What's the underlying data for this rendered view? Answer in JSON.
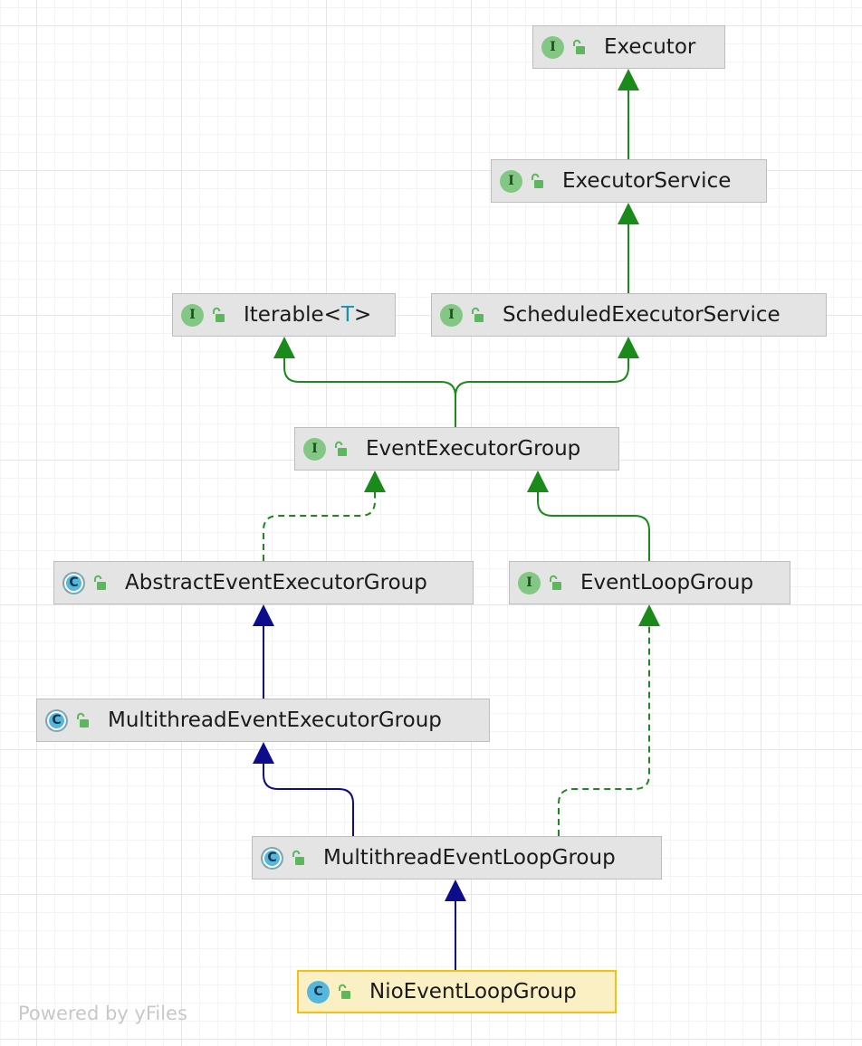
{
  "diagram": {
    "nodes": [
      {
        "id": "executor",
        "name": "Executor",
        "kind": "interface",
        "badge": "I"
      },
      {
        "id": "executor-service",
        "name": "ExecutorService",
        "kind": "interface",
        "badge": "I"
      },
      {
        "id": "iterable",
        "name": "Iterable<",
        "type_param": "T",
        "name_suffix": ">",
        "kind": "interface",
        "badge": "I"
      },
      {
        "id": "scheduled-executor-service",
        "name": "ScheduledExecutorService",
        "kind": "interface",
        "badge": "I"
      },
      {
        "id": "event-executor-group",
        "name": "EventExecutorGroup",
        "kind": "interface",
        "badge": "I"
      },
      {
        "id": "abstract-event-executor-group",
        "name": "AbstractEventExecutorGroup",
        "kind": "abstract-class",
        "badge": "C"
      },
      {
        "id": "event-loop-group",
        "name": "EventLoopGroup",
        "kind": "interface",
        "badge": "I"
      },
      {
        "id": "multithread-event-executor-group",
        "name": "MultithreadEventExecutorGroup",
        "kind": "abstract-class",
        "badge": "C"
      },
      {
        "id": "multithread-event-loop-group",
        "name": "MultithreadEventLoopGroup",
        "kind": "abstract-class",
        "badge": "C"
      },
      {
        "id": "nio-event-loop-group",
        "name": "NioEventLoopGroup",
        "kind": "class",
        "badge": "C",
        "selected": true
      }
    ],
    "edges": [
      {
        "from": "executor-service",
        "to": "executor",
        "type": "interface-extends"
      },
      {
        "from": "scheduled-executor-service",
        "to": "executor-service",
        "type": "interface-extends"
      },
      {
        "from": "event-executor-group",
        "to": "iterable",
        "type": "interface-extends"
      },
      {
        "from": "event-executor-group",
        "to": "scheduled-executor-service",
        "type": "interface-extends"
      },
      {
        "from": "abstract-event-executor-group",
        "to": "event-executor-group",
        "type": "implements"
      },
      {
        "from": "event-loop-group",
        "to": "event-executor-group",
        "type": "interface-extends"
      },
      {
        "from": "multithread-event-executor-group",
        "to": "abstract-event-executor-group",
        "type": "class-extends"
      },
      {
        "from": "multithread-event-loop-group",
        "to": "multithread-event-executor-group",
        "type": "class-extends"
      },
      {
        "from": "multithread-event-loop-group",
        "to": "event-loop-group",
        "type": "implements"
      },
      {
        "from": "nio-event-loop-group",
        "to": "multithread-event-loop-group",
        "type": "class-extends"
      }
    ],
    "colors": {
      "interface_extends": "#1a8a1a",
      "implements": "#1a8a1a",
      "class_extends": "#0c0c8c",
      "interface_badge": "#82c784",
      "class_badge": "#55b7dd",
      "lock_icon": "#5cb85c",
      "selected_border": "#f3c013"
    },
    "icons": {
      "interface_badge": "interface-icon",
      "class_badge": "class-icon",
      "access": "unlocked-icon"
    }
  },
  "watermark": "Powered by yFiles"
}
